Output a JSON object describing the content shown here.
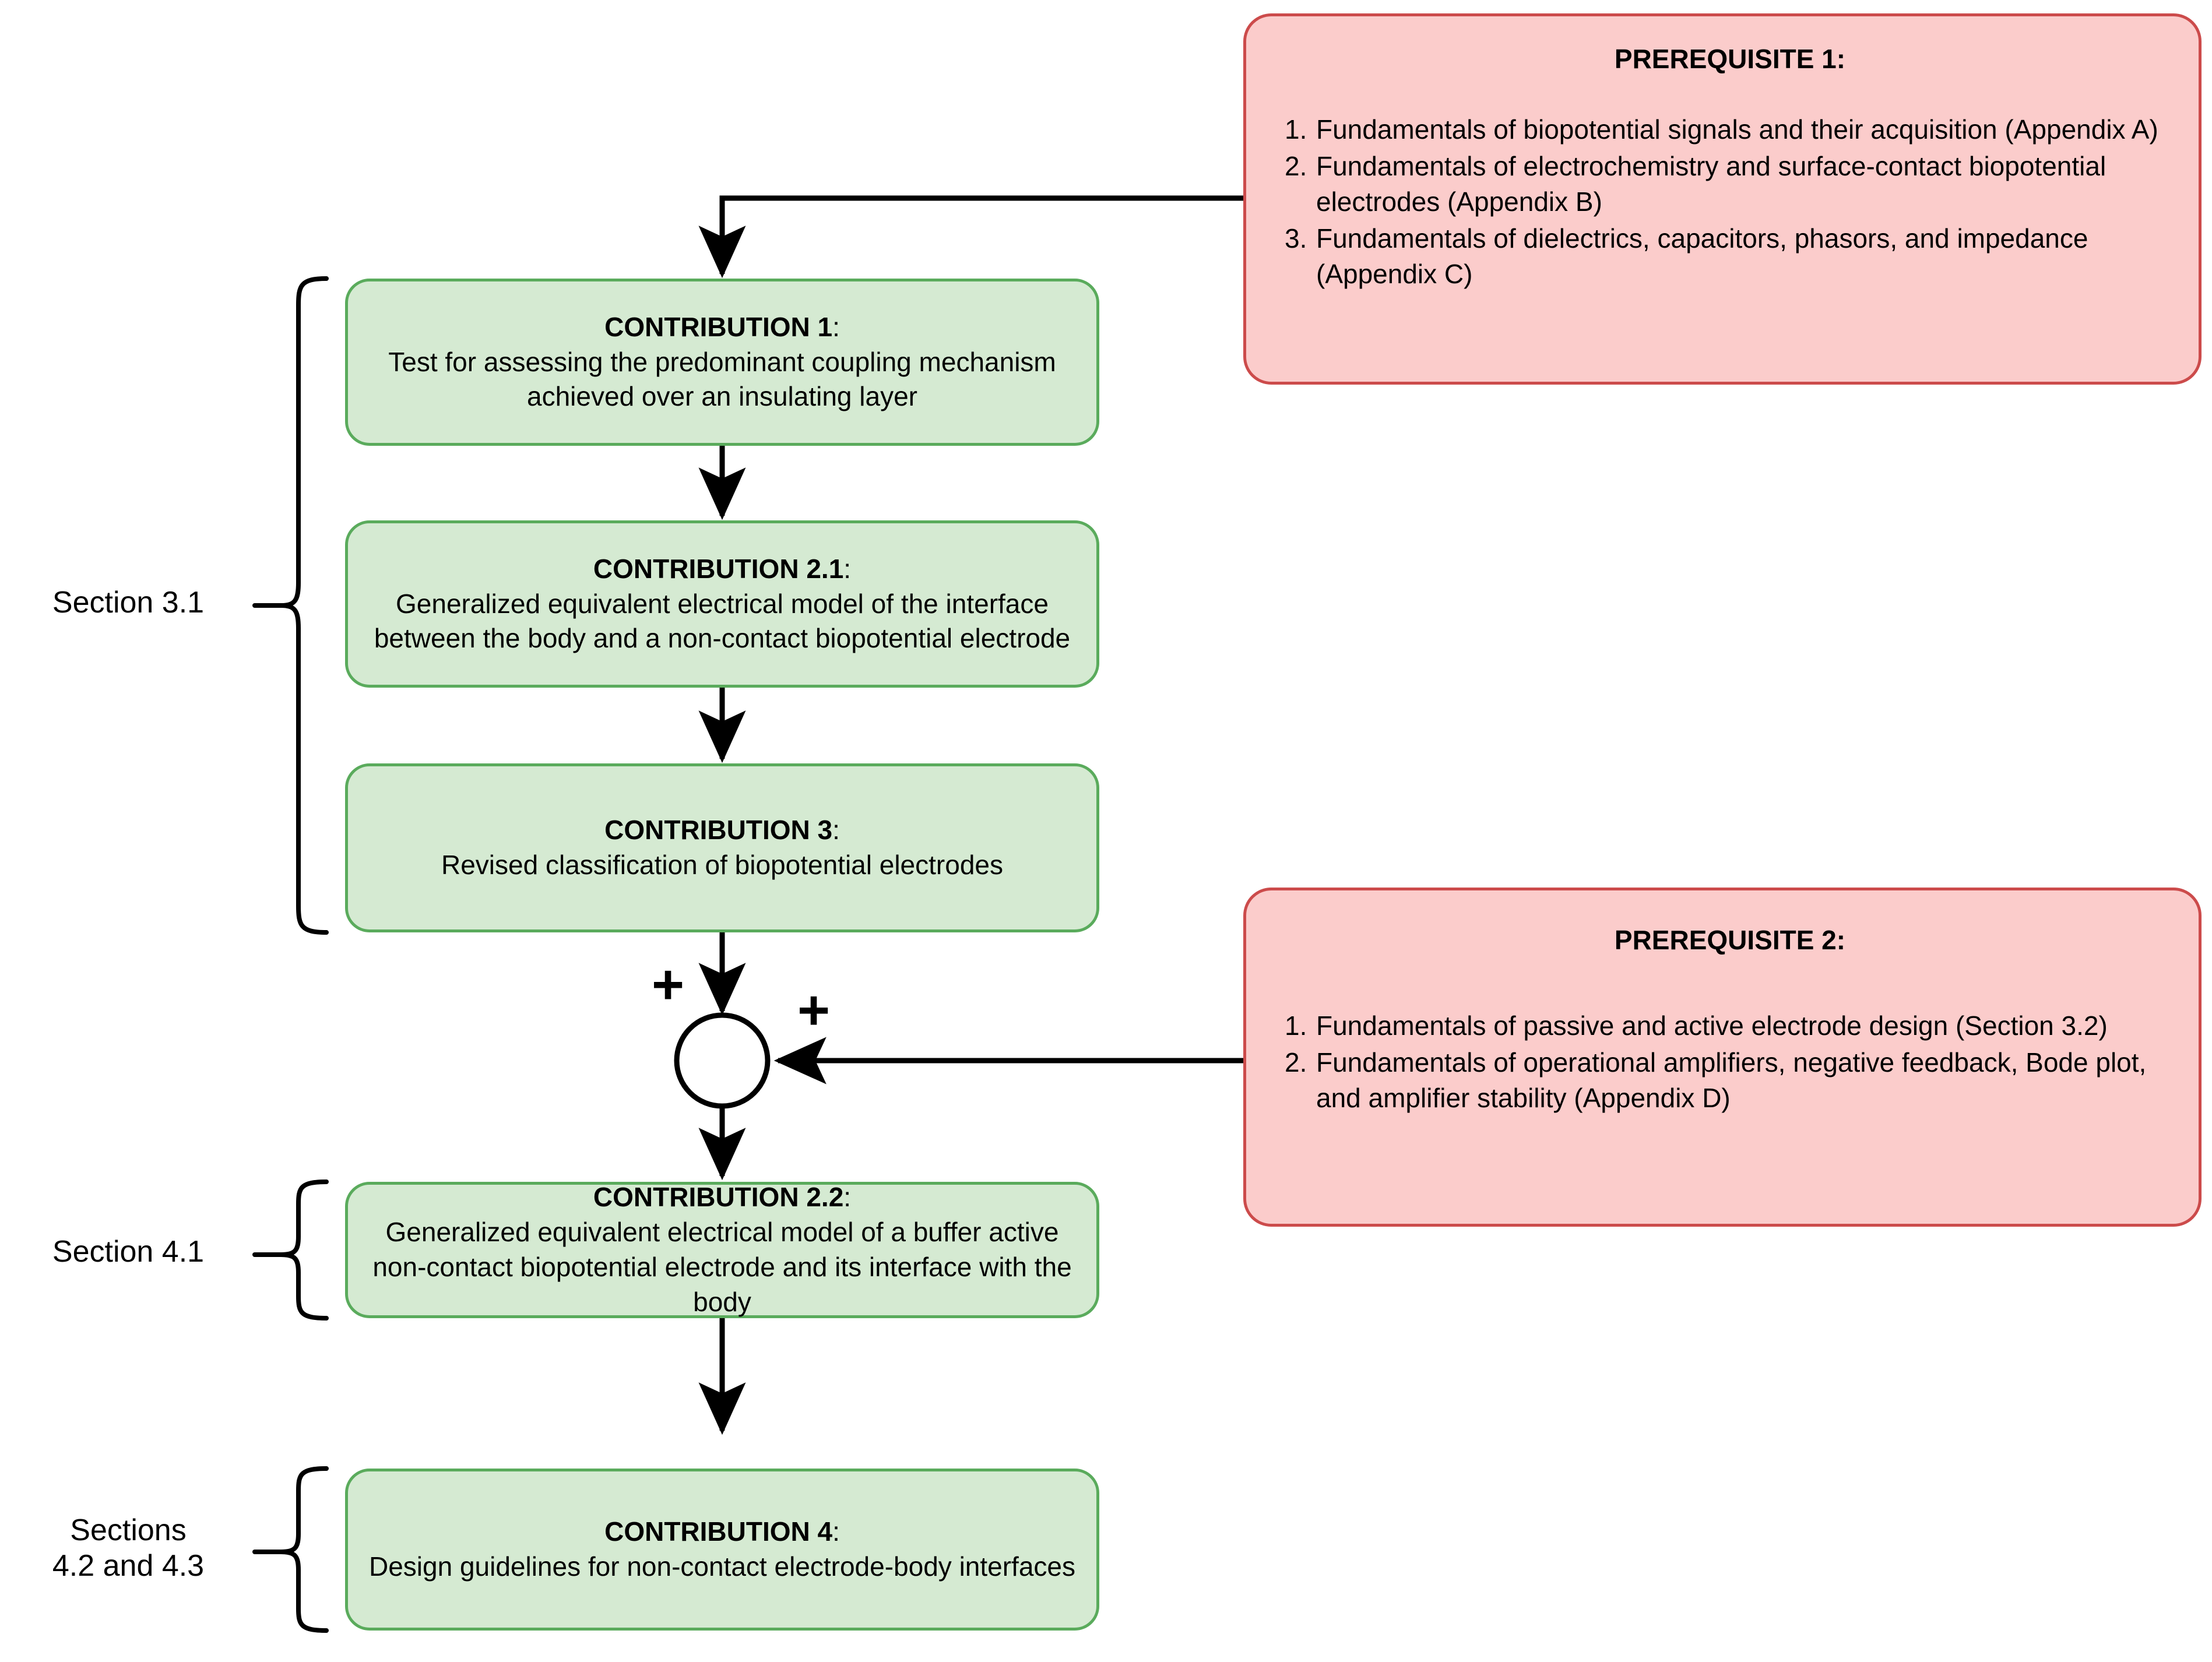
{
  "diagram": {
    "title": "Contributions and prerequisites flowchart",
    "colors": {
      "green_fill": "#d5ead2",
      "green_border": "#5aab5c",
      "pink_fill": "#fbcccb",
      "pink_border": "#cc4b4b",
      "line": "#000000",
      "text": "#000000"
    }
  },
  "prerequisites": [
    {
      "title": "PREREQUISITE 1:",
      "items": [
        {
          "num": "1.",
          "text": "Fundamentals of biopotential signals and their acquisition (Appendix A)"
        },
        {
          "num": "2.",
          "text": "Fundamentals of electrochemistry and surface-contact biopotential electrodes (Appendix B)"
        },
        {
          "num": "3.",
          "text": "Fundamentals of dielectrics, capacitors, phasors, and impedance (Appendix C)"
        }
      ]
    },
    {
      "title": "PREREQUISITE 2:",
      "items": [
        {
          "num": "1.",
          "text": "Fundamentals of passive and active electrode design (Section 3.2)"
        },
        {
          "num": "2.",
          "text": "Fundamentals of operational amplifiers, negative feedback, Bode plot, and amplifier stability (Appendix D)"
        }
      ]
    }
  ],
  "contributions": [
    {
      "title": "CONTRIBUTION 1",
      "colon": ":",
      "body": "Test for assessing the predominant coupling mechanism achieved over an insulating layer"
    },
    {
      "title": "CONTRIBUTION 2.1",
      "colon": ":",
      "body": "Generalized equivalent electrical model of the interface between the body and a non-contact biopotential electrode"
    },
    {
      "title": "CONTRIBUTION 3",
      "colon": ":",
      "body": "Revised classification of biopotential electrodes"
    },
    {
      "title": "CONTRIBUTION 2.2",
      "colon": ":",
      "body": "Generalized equivalent electrical model of a buffer active non-contact biopotential electrode and its interface with the body"
    },
    {
      "title": "CONTRIBUTION 4",
      "colon": ":",
      "body": "Design guidelines for non-contact electrode-body interfaces"
    }
  ],
  "section_labels": [
    {
      "text": "Section 3.1"
    },
    {
      "text": "Section 4.1"
    },
    {
      "text": "Sections\n4.2 and 4.3"
    }
  ],
  "junction": {
    "plus_top": "+",
    "plus_right": "+"
  }
}
